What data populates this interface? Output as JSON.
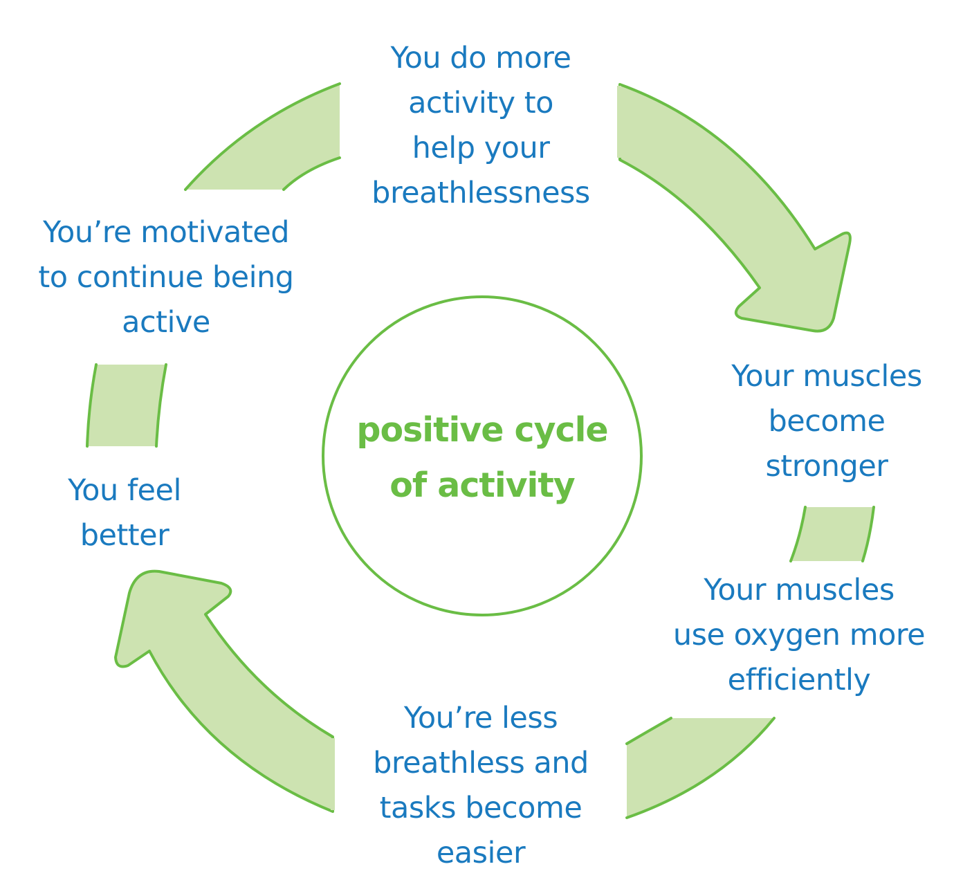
{
  "title": "positive cycle of activity",
  "colors": {
    "text_blue": "#1a7abf",
    "accent_green": "#6abd45",
    "arrow_fill": "#cde3b1"
  },
  "center": {
    "lines": [
      "positive cycle",
      "of activity"
    ]
  },
  "steps": [
    {
      "id": "step-1",
      "position": "top",
      "lines": [
        "You do more",
        "activity to",
        "help your",
        "breathlessness"
      ]
    },
    {
      "id": "step-2",
      "position": "right-upper",
      "lines": [
        "Your muscles",
        "become",
        "stronger"
      ]
    },
    {
      "id": "step-3",
      "position": "right-lower",
      "lines": [
        "Your muscles",
        "use oxygen more",
        "efficiently"
      ]
    },
    {
      "id": "step-4",
      "position": "bottom",
      "lines": [
        "You’re less",
        "breathless and",
        "tasks become",
        "easier"
      ]
    },
    {
      "id": "step-5",
      "position": "left-lower",
      "lines": [
        "You feel",
        "better"
      ]
    },
    {
      "id": "step-6",
      "position": "left-upper",
      "lines": [
        "You’re motivated",
        "to continue being",
        "active"
      ]
    }
  ],
  "connectors": [
    {
      "from": "step-1",
      "to": "step-2",
      "shape": "curved-arrow",
      "direction": "clockwise"
    },
    {
      "from": "step-2",
      "to": "step-3",
      "shape": "ring-segment"
    },
    {
      "from": "step-3",
      "to": "step-4",
      "shape": "ring-segment"
    },
    {
      "from": "step-4",
      "to": "step-5",
      "shape": "curved-arrow",
      "direction": "clockwise"
    },
    {
      "from": "step-5",
      "to": "step-6",
      "shape": "ring-segment"
    },
    {
      "from": "step-6",
      "to": "step-1",
      "shape": "ring-segment"
    }
  ]
}
